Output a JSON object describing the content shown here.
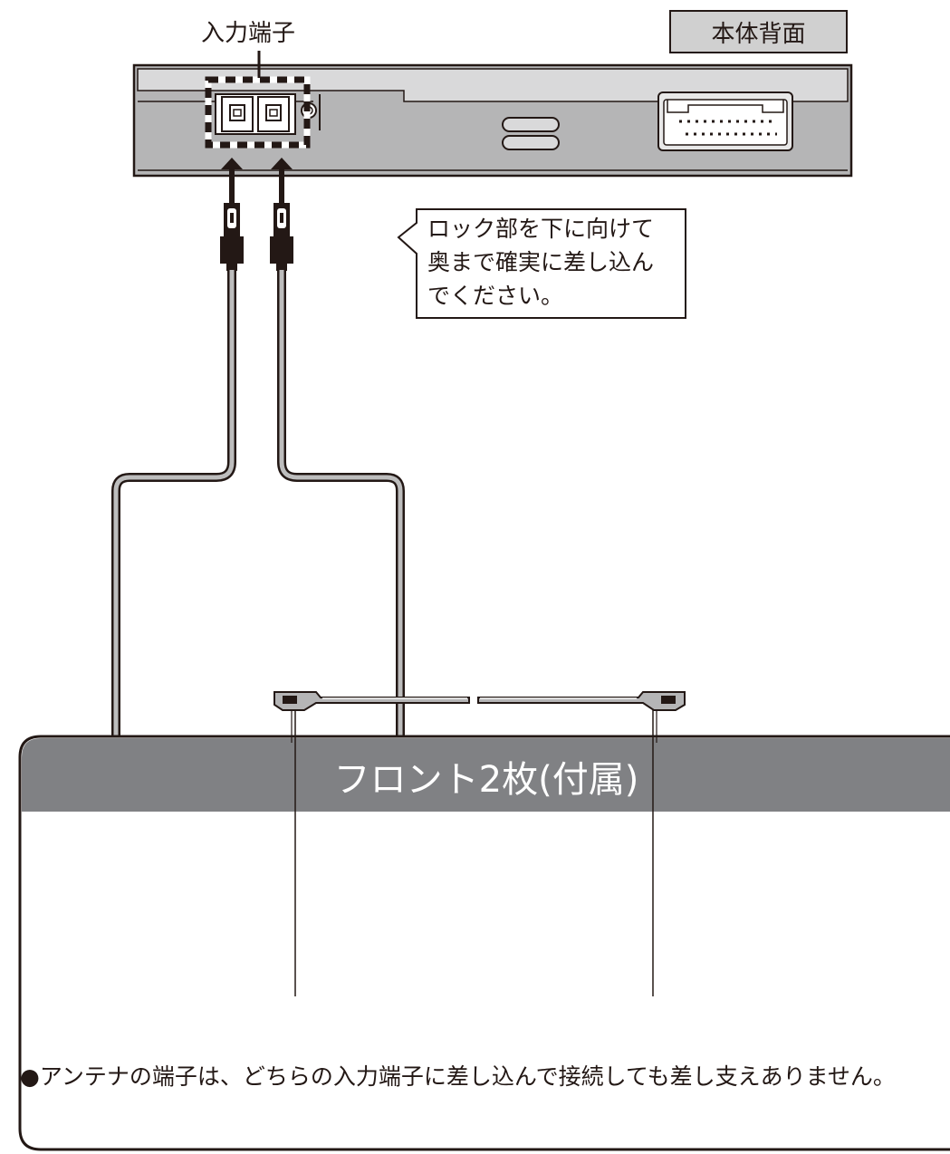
{
  "labels": {
    "input_terminal": "入力端子",
    "rear_view": "本体背面",
    "callout_lines": [
      "ロック部を下に向けて",
      "奥まで確実に差し込ん",
      "でください。"
    ],
    "panel_title": "フロント2枚(付属)",
    "note": "●アンテナの端子は、どちらの入力端子に差し込んで接続しても差し支えありません。"
  },
  "colors": {
    "ink": "#231815",
    "unit_body": "#b5b5b6",
    "unit_highlight": "#d9d9da",
    "panel_header": "#808184",
    "label_box": "#d0d0d0"
  },
  "icons": {
    "connectors": "antenna-plug-icon",
    "arrows": "insert-arrow-icon",
    "antenna_film": "film-antenna-icon"
  }
}
